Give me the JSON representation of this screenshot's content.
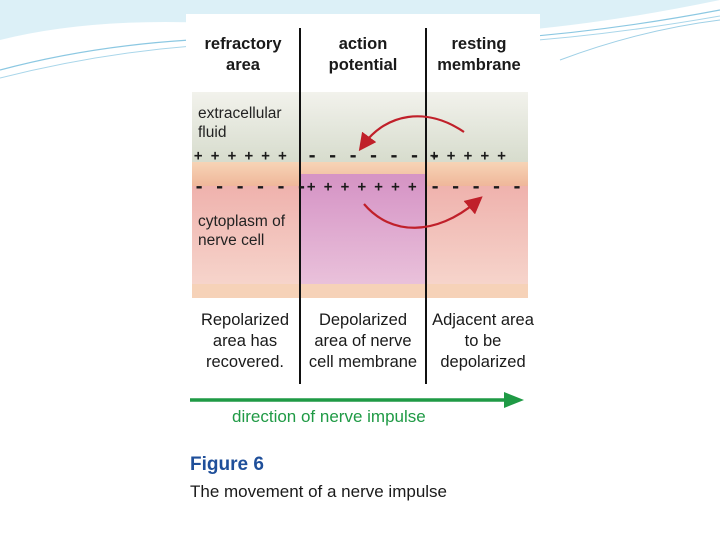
{
  "diagram": {
    "headers": {
      "refractory": "refractory area",
      "action": "action potential",
      "resting": "resting membrane"
    },
    "labels": {
      "extracellular": "extracellular fluid",
      "cytoplasm": "cytoplasm of nerve cell"
    },
    "charges": {
      "outer_left": "+ + + + + +",
      "outer_middle": "- - - - - - -",
      "outer_right": "+ + + + +",
      "inner_left": "- - - - - -",
      "inner_middle": "+ + + + + + +",
      "inner_right": "- - - - -"
    },
    "captions": {
      "left": "Repolarized area has recovered.",
      "middle": "Depolarized area of nerve cell membrane",
      "right": "Adjacent area to be depolarized"
    },
    "direction": "direction of nerve impulse",
    "figure_title": "Figure 6",
    "figure_caption": "The movement of a nerve impulse"
  },
  "colors": {
    "fluid": "#dfe3d6",
    "membrane": "#f4c9a6",
    "cytoplasm": "#f1c5c3",
    "depolarized": "#dcaad0",
    "arrow_red": "#c0202a",
    "arrow_green": "#1f9a45",
    "title_blue": "#1f4f9a"
  }
}
